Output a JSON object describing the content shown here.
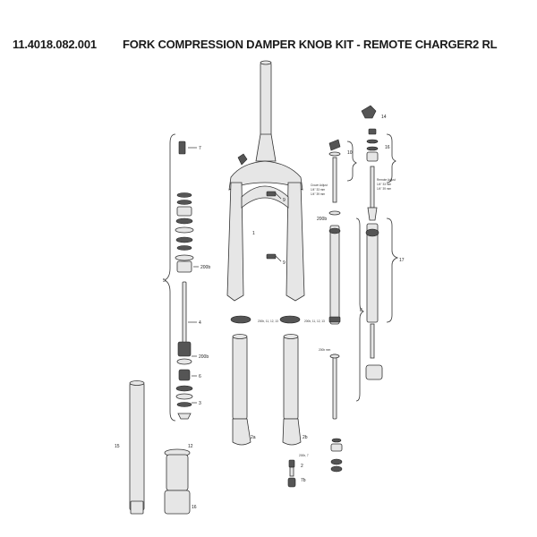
{
  "header": {
    "part_number": "11.4018.082.001",
    "title": "FORK COMPRESSION DAMPER KNOB KIT - REMOTE CHARGER2 RL"
  },
  "callouts": {
    "c1": "1",
    "c2": "2",
    "c3": "3",
    "c4": "4",
    "c5": "5",
    "c6": "6",
    "c7": "7",
    "c8": "8",
    "c9": "9",
    "c10": "10",
    "c12": "12",
    "c14": "14",
    "c15": "15",
    "c16": "16",
    "c17": "17",
    "c2a": "2a",
    "c2b": "2b",
    "c7b": "7b",
    "c200b_left": "200b",
    "c200b_lower": "200b",
    "c200b_mid": "200b",
    "c200b_a": "200b, 11, 12, 13",
    "c200b_b": "200b, 11, 12, 13",
    "c200b_7": "200b, 7",
    "c200b_mm": "200b mm"
  },
  "notes": {
    "note_left_head": "Crown Adjust",
    "note_left_line1": "1/4\" 33 mm",
    "note_left_line2": "1/4\" 39 mm",
    "note_right_head": "Remote Adjust",
    "note_right_line1": "1/4\" 33 mm",
    "note_right_line2": "1/4\" 39 mm"
  }
}
